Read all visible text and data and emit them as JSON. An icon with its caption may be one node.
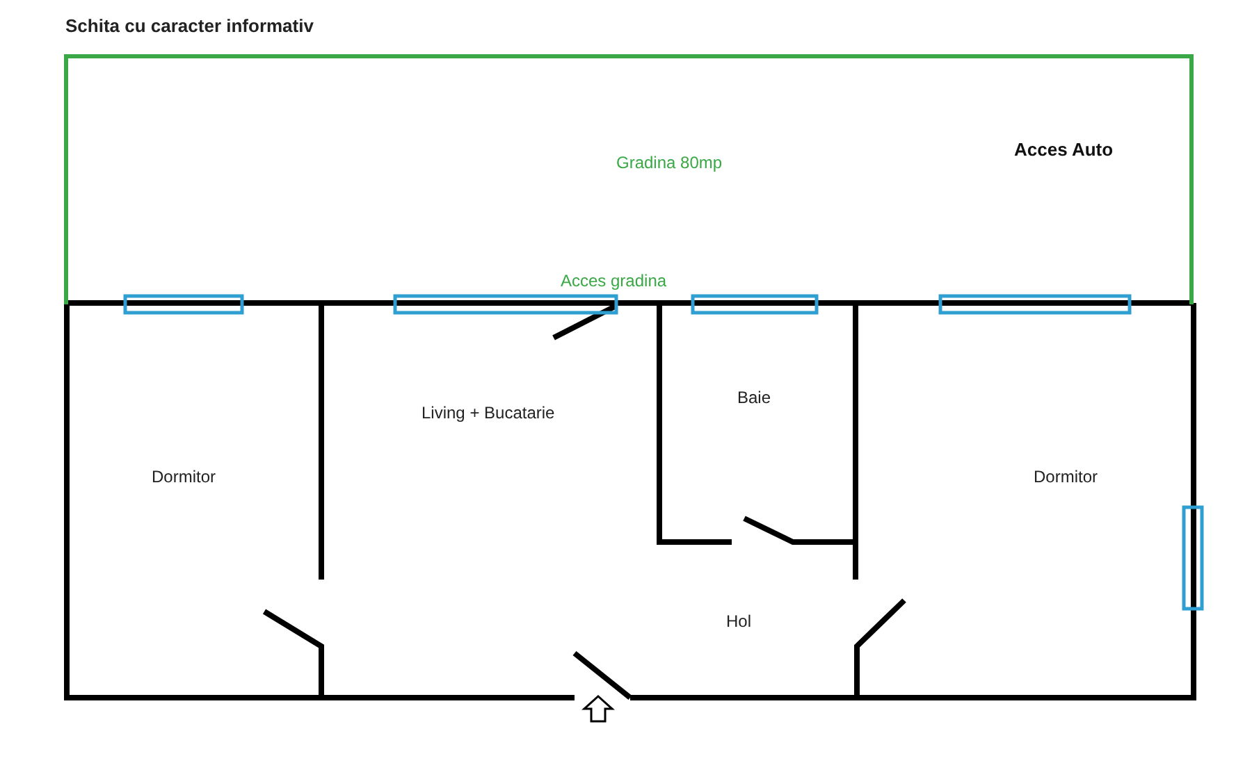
{
  "diagram": {
    "title": "Schita cu caracter informativ",
    "nodes": [
      {
        "text": [
          "Gradina 80mp",
          "Acces Auto",
          "Acces gradina"
        ]
      }
    ],
    "edges": [],
    "labels": [
      "Living + Bucatarie",
      "Baie",
      "Dormitor",
      "Dormitor",
      "Hol"
    ]
  }
}
